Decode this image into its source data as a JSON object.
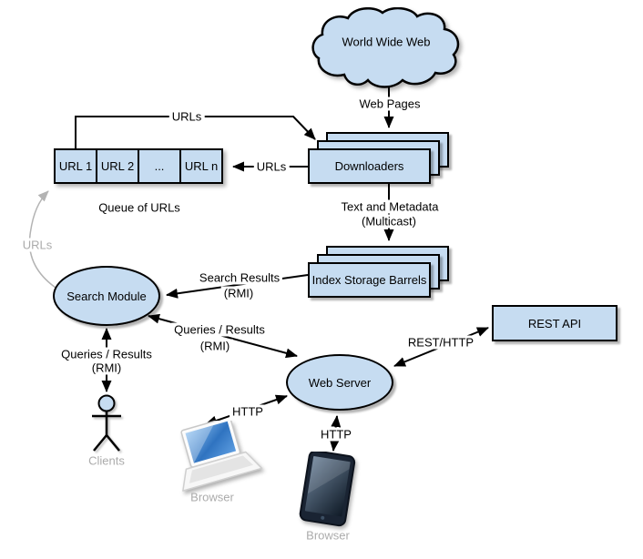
{
  "title": "Search engine architecture diagram",
  "colors": {
    "node_fill": "#C6DCF1",
    "node_stroke": "#000000",
    "muted_text": "#ABABAB",
    "gray_line": "#B3B3B3"
  },
  "nodes": {
    "world_wide_web": {
      "label": "World Wide Web"
    },
    "downloaders": {
      "label": "Downloaders"
    },
    "url_queue": {
      "cells": [
        "URL 1",
        "URL 2",
        "...",
        "URL n"
      ],
      "caption": "Queue of URLs"
    },
    "index_storage_barrels": {
      "label": "Index Storage Barrels"
    },
    "search_module": {
      "label": "Search Module"
    },
    "web_server": {
      "label": "Web Server"
    },
    "rest_api": {
      "label": "REST API"
    },
    "clients": {
      "caption": "Clients"
    },
    "laptop_browser": {
      "caption": "Browser"
    },
    "tablet_browser": {
      "caption": "Browser"
    }
  },
  "edges": {
    "web_pages": {
      "label": "Web Pages"
    },
    "urls_queue_to_downloaders": {
      "label": "URLs"
    },
    "urls_downloaders_to_queue": {
      "label": "URLs"
    },
    "urls_search_to_queue": {
      "label": "URLs"
    },
    "text_and_metadata": {
      "label": "Text and Metadata",
      "sublabel": "(Multicast)"
    },
    "search_results": {
      "label": "Search Results",
      "sublabel": "(RMI)"
    },
    "queries_results_webserver": {
      "label": "Queries / Results",
      "sublabel": "(RMI)"
    },
    "queries_results_clients": {
      "label": "Queries / Results",
      "sublabel": "(RMI)"
    },
    "rest_http": {
      "label": "REST/HTTP"
    },
    "http_laptop": {
      "label": "HTTP"
    },
    "http_tablet": {
      "label": "HTTP"
    }
  }
}
